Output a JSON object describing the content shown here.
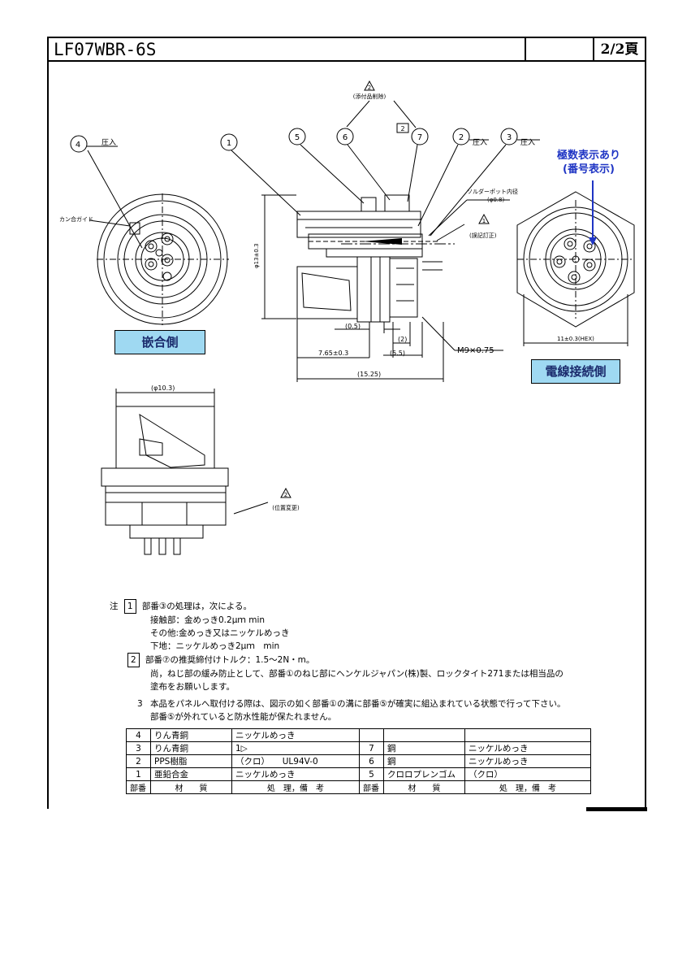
{
  "header": {
    "title": "LF07WBR-6S",
    "page": "2/2頁"
  },
  "labels": {
    "mating_side": "嵌合側",
    "wire_side": "電線接続側",
    "pin_note_line1": "極数表示あり",
    "pin_note_line2": "(番号表示)"
  },
  "drawing_text": {
    "press_fit": "圧入",
    "key_guide": "カン合ガイド",
    "solder_pot": "ソルダーポット内径",
    "solder_pot_dim": "(φ0.8)",
    "rev2_note": "(添付品削除)",
    "rev1_note": "(誤記訂正)",
    "rev_pos_note": "(位置変更)",
    "dim_dia13": "φ13±0.3",
    "dim_05": "(0.5)",
    "dim_2": "(2)",
    "dim_55": "(5.5)",
    "dim_765": "7.65±0.3",
    "dim_1525": "(15.25)",
    "dim_thread": "M9×0.75",
    "dim_hex": "11±0.3(HEX)",
    "dim_dia103": "(φ10.3)",
    "rev_mark_2": "2",
    "rev_mark_1": "1",
    "balloons": [
      "4",
      "1",
      "5",
      "6",
      "7",
      "2",
      "3"
    ]
  },
  "notes": {
    "prefix": "注",
    "n1_num": "1",
    "n1_line1": "部番③の処理は，次による。",
    "n1_line2": "接触部：金めっき0.2μｍ min",
    "n1_line3": "その他:金めっき又はニッケルめっき",
    "n1_line4": "下地：ニッケルめっき2μｍ　min",
    "n2_num": "2",
    "n2_line1": "部番⑦の推奨締付けトルク：1.5～2N・m。",
    "n2_line2": "尚，ねじ部の緩み防止として、部番①のねじ部にヘンケルジャパン(株)製、ロックタイト271または相当品の",
    "n2_line3": "塗布をお願いします。",
    "n3_num": "3",
    "n3_line1": "本品をパネルへ取付ける際は、図示の如く部番①の溝に部番⑤が確実に組込まれている状態で行って下さい。",
    "n3_line2": "部番⑤が外れていると防水性能が保たれません。"
  },
  "parts_table": {
    "header": [
      "部番",
      "材　　質",
      "処　理，備　考",
      "部番",
      "材　　質",
      "処　理，備　考"
    ],
    "rows": [
      [
        "4",
        "りん青銅",
        "ニッケルめっき",
        "",
        "",
        ""
      ],
      [
        "3",
        "りん青銅",
        "1▷",
        "7",
        "鋼",
        "ニッケルめっき"
      ],
      [
        "2",
        "PPS樹脂",
        "（クロ）　　UL94V-0",
        "6",
        "鋼",
        "ニッケルめっき"
      ],
      [
        "1",
        "亜鉛合金",
        "ニッケルめっき",
        "5",
        "クロロプレンゴム",
        "（クロ）"
      ]
    ]
  },
  "colors": {
    "label_bg": "#9fd9f2",
    "label_text": "#1a2a6c",
    "pin_note": "#1f35c4"
  }
}
